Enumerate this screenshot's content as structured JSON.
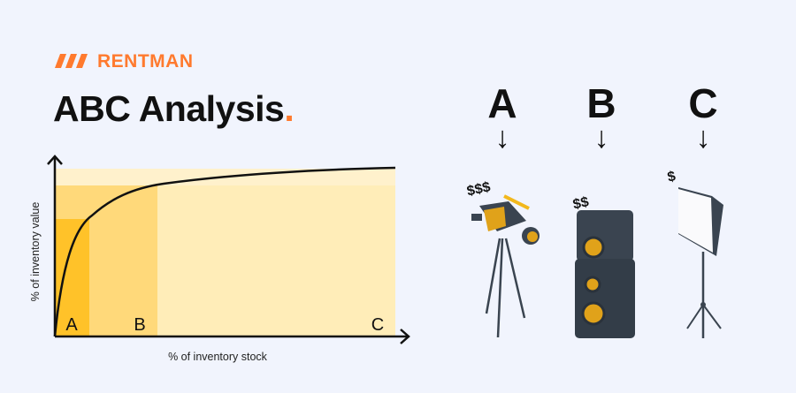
{
  "brand": {
    "name": "RENTMAN",
    "accent": "#FF7A2E"
  },
  "title": {
    "text": "ABC Analysis",
    "dot": "."
  },
  "chart_data": {
    "type": "area",
    "xlabel": "% of inventory stock",
    "ylabel": "% of inventory value",
    "categories": [
      "A",
      "B",
      "C"
    ],
    "colors": {
      "A": "#FFC229",
      "B": "#FFD97A",
      "C": "#FFEDB8"
    }
  },
  "categories": [
    {
      "letter": "A",
      "arrow": "↓",
      "price": "$$$",
      "item": "video-camera"
    },
    {
      "letter": "B",
      "arrow": "↓",
      "price": "$$",
      "item": "speaker"
    },
    {
      "letter": "C",
      "arrow": "↓",
      "price": "$",
      "item": "softbox-light"
    }
  ]
}
